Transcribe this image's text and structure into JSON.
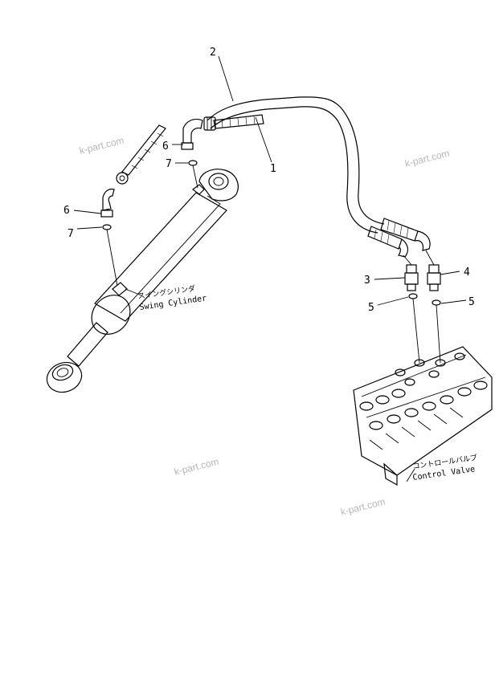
{
  "callouts": {
    "c1": "1",
    "c2": "2",
    "c3": "3",
    "c4": "4",
    "c5a": "5",
    "c5b": "5",
    "c6a": "6",
    "c6b": "6",
    "c7a": "7",
    "c7b": "7"
  },
  "labels": {
    "swing_cylinder_jp": "スイングシリンダ",
    "swing_cylinder_en": "Swing Cylinder",
    "control_valve_jp": "コントロールバルブ",
    "control_valve_en": "Control Valve"
  },
  "watermarks": [
    "k-part.com",
    "k-part.com",
    "k-part.com",
    "k-part.com"
  ]
}
